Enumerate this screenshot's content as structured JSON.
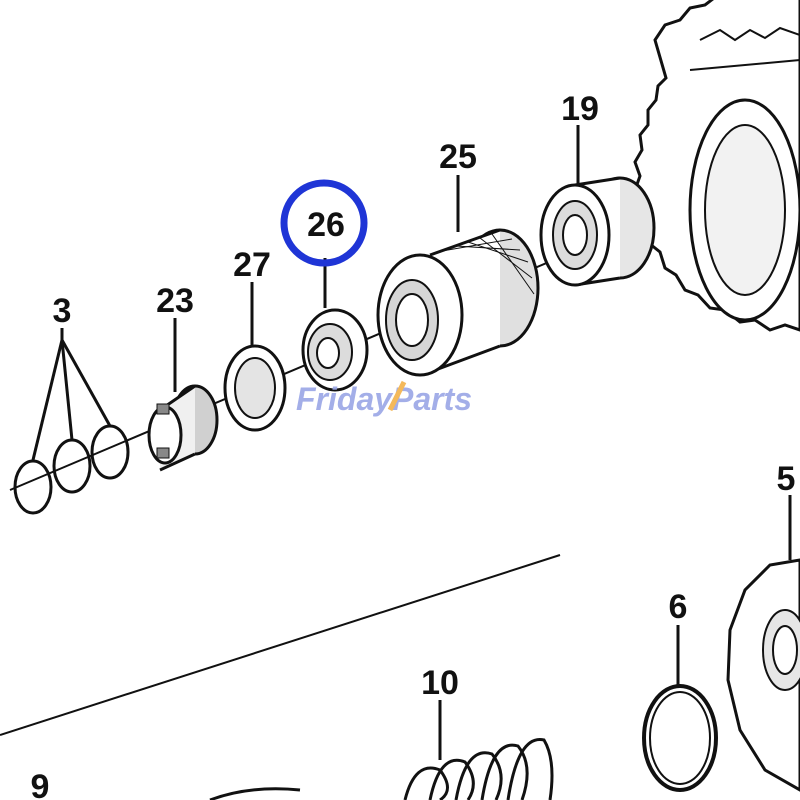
{
  "diagram": {
    "labels": {
      "l3": "3",
      "l23": "23",
      "l27": "27",
      "l26": "26",
      "l25": "25",
      "l19": "19",
      "l5": "5",
      "l6": "6",
      "l10": "10",
      "l9": "9"
    },
    "highlighted_part": "26",
    "highlight_color": "#1f35d6",
    "line_color": "#111111",
    "part_fill": "#ffffff",
    "part_shade": "#dcdcdc"
  },
  "watermark": {
    "text_a": "Friday",
    "text_b": "Parts",
    "color_a": "#9aa6e6",
    "color_b": "#f3b24a"
  }
}
